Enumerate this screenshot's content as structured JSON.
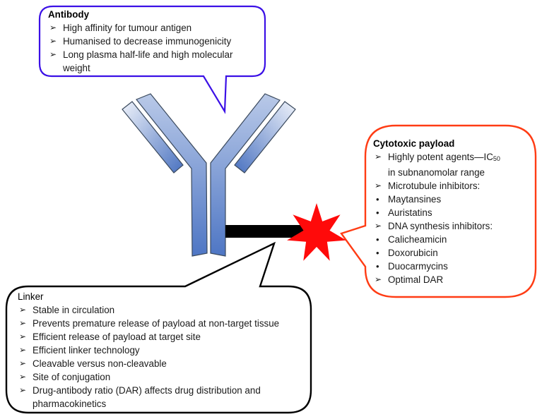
{
  "colors": {
    "antibody_callout_border": "#3b10e6",
    "payload_callout_border": "#ff3c14",
    "linker_callout_border": "#000000",
    "antibody_fill_light": "#dbe4f4",
    "antibody_fill_dark": "#4a72c0",
    "antibody_outline": "#3b4a5e",
    "linker_bar": "#000000",
    "payload_star": "#ff0a0a"
  },
  "antibody": {
    "title": "Antibody",
    "items": [
      {
        "marker": "arrow",
        "text": "High affinity for tumour  antigen"
      },
      {
        "marker": "arrow",
        "text": "Humanised to decrease immunogenicity"
      },
      {
        "marker": "arrow",
        "text": "Long plasma half-life and high molecular weight"
      }
    ]
  },
  "payload": {
    "title": "Cytotoxic payload",
    "items": [
      {
        "marker": "arrow",
        "text": "Highly potent agents—IC",
        "sub": "50",
        "text2": "in subnanomolar  range"
      },
      {
        "marker": "arrow",
        "text": "Microtubule inhibitors:"
      },
      {
        "marker": "dot",
        "text": "Maytansines"
      },
      {
        "marker": "dot",
        "text": "Auristatins"
      },
      {
        "marker": "arrow",
        "text": "DNA synthesis inhibitors:"
      },
      {
        "marker": "dot",
        "text": "Calicheamicin"
      },
      {
        "marker": "dot",
        "text": "Doxorubicin"
      },
      {
        "marker": "dot",
        "text": "Duocarmycins"
      },
      {
        "marker": "arrow",
        "text": "Optimal DAR"
      }
    ]
  },
  "linker": {
    "title": "Linker",
    "items": [
      {
        "marker": "arrow",
        "text": "Stable in circulation"
      },
      {
        "marker": "arrow",
        "text": "Prevents premature release of payload at non-target tissue"
      },
      {
        "marker": "arrow",
        "text": "Efficient release of payload at target site"
      },
      {
        "marker": "arrow",
        "text": "Efficient linker technology"
      },
      {
        "marker": "arrow",
        "text": "Cleavable versus non-cleavable"
      },
      {
        "marker": "arrow",
        "text": "Site of conjugation"
      },
      {
        "marker": "arrow",
        "text": "Drug-antibody ratio (DAR) affects drug distribution and pharmacokinetics"
      }
    ]
  },
  "markers": {
    "arrow": "➢",
    "dot": "•"
  }
}
